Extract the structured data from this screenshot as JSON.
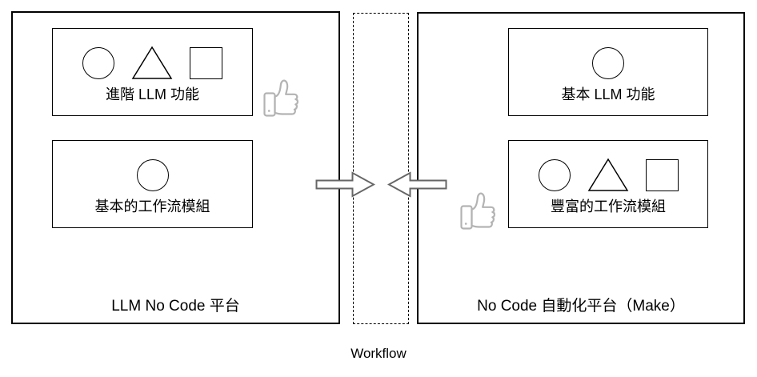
{
  "diagram": {
    "caption": "Workflow",
    "left_panel": {
      "label": "LLM No Code 平台",
      "boxes": [
        {
          "label": "進階 LLM 功能",
          "shapes": [
            "circle",
            "triangle",
            "square"
          ],
          "endorsed": true
        },
        {
          "label": "基本的工作流模組",
          "shapes": [
            "circle"
          ],
          "endorsed": false
        }
      ]
    },
    "right_panel": {
      "label": "No Code 自動化平台（Make）",
      "boxes": [
        {
          "label": "基本 LLM 功能",
          "shapes": [
            "circle"
          ],
          "endorsed": false
        },
        {
          "label": "豐富的工作流模組",
          "shapes": [
            "circle",
            "triangle",
            "square"
          ],
          "endorsed": true
        }
      ]
    },
    "icons": {
      "thumbs_up": "thumbs-up-icon",
      "arrow_right": "block-arrow-right-icon",
      "arrow_left": "block-arrow-left-icon"
    },
    "colors": {
      "stroke": "#000000",
      "arrow_stroke": "#666666",
      "thumb_stroke": "#b3b3b3",
      "background": "#ffffff"
    }
  }
}
